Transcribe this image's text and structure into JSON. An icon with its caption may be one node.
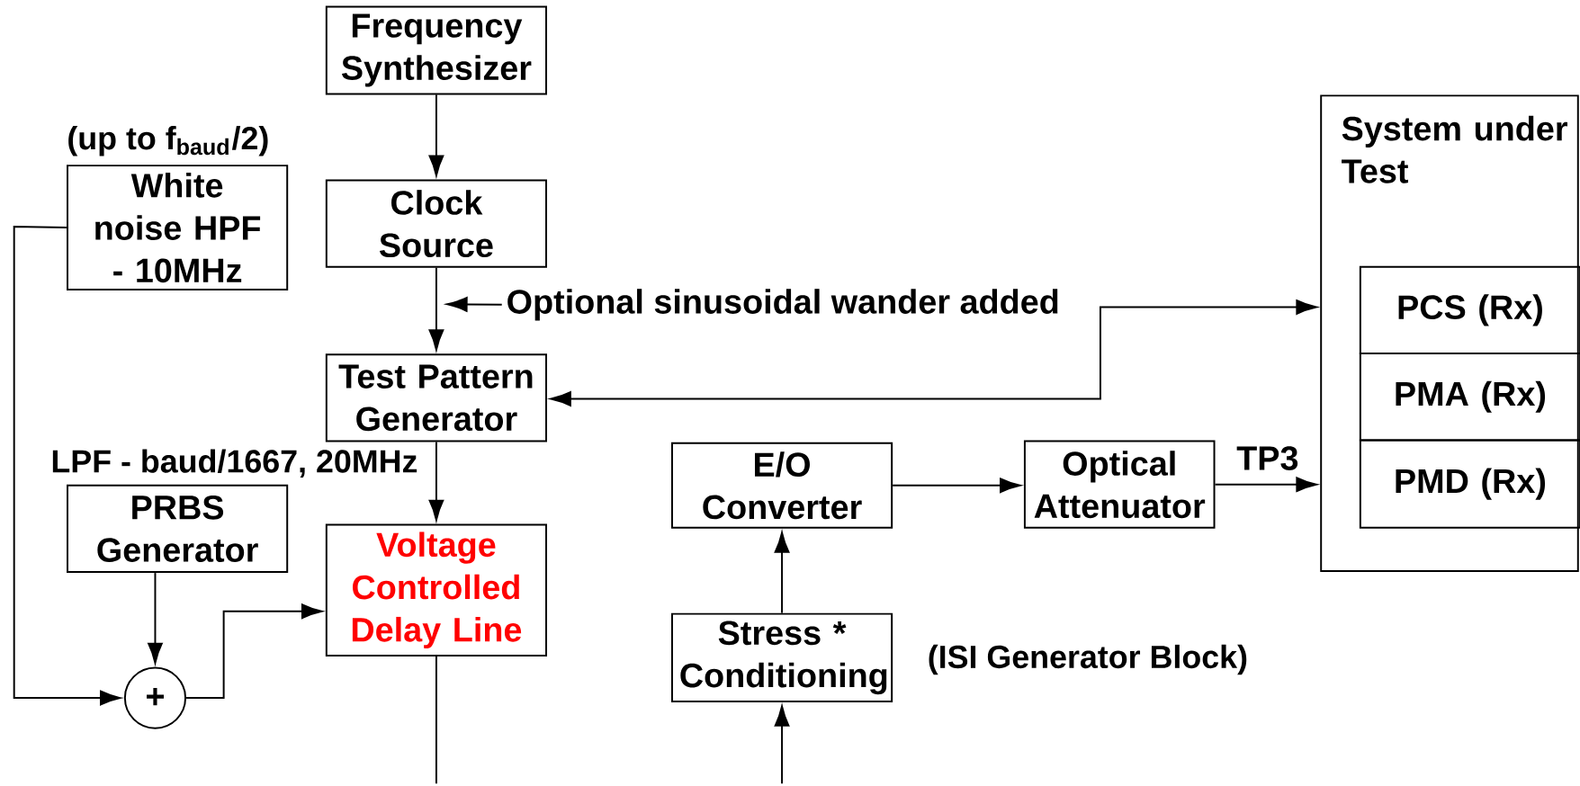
{
  "diagram": {
    "nodes": [
      {
        "text": [
          "Frequency Synthesizer"
        ]
      },
      {
        "text": [
          "Clock Source"
        ]
      },
      {
        "text": [
          "Test Pattern Generator"
        ]
      },
      {
        "text": [
          "White noise HPF - 10MHz"
        ],
        "beside": [
          "(up to f$_{baud}$/2)"
        ]
      },
      {
        "text": [
          "PRBS Generator"
        ],
        "beside": [
          "LPF - baud/1667, 20MHz"
        ]
      },
      {
        "text": [
          "+"
        ]
      },
      {
        "text": [
          "Voltage Controlled Delay Line"
        ]
      },
      {
        "text": [
          "E/O Converter"
        ]
      },
      {
        "text": [
          "Optical Attenuator"
        ]
      },
      {
        "text": [
          "Stress * Conditioning"
        ],
        "beside": [
          "(ISI Generator Block)"
        ]
      },
      {
        "text": [
          "System under Test"
        ]
      },
      {
        "text": [
          "PCS (Rx)"
        ],
        "in": 10
      },
      {
        "text": [
          "PMA (Rx)"
        ],
        "in": 10
      },
      {
        "text": [
          "PMD (Rx)"
        ],
        "in": 10
      },
      {
        "text": [
          "Optional sinusoidal wander added"
        ]
      }
    ],
    "edges": [
      {
        "from": 0,
        "to": 1,
        "arrow": "to"
      },
      {
        "from": 1,
        "to": 2,
        "arrow": "to"
      },
      {
        "from": 2,
        "to": 6,
        "arrow": "to"
      },
      {
        "from": 3,
        "to": 5,
        "arrow": "to"
      },
      {
        "from": 4,
        "to": 5,
        "arrow": "to"
      },
      {
        "from": 5,
        "to": 6,
        "arrow": "to"
      },
      {
        "from": 2,
        "to": 10,
        "arrow": "both"
      },
      {
        "from": 7,
        "to": 8,
        "arrow": "to"
      },
      {
        "from": 8,
        "to": 10,
        "arrow": "to",
        "label": "TP3"
      },
      {
        "from": 9,
        "to": 7,
        "arrow": "to"
      },
      {
        "from": 6,
        "to": null,
        "arrow": "none"
      },
      {
        "from": null,
        "to": 9,
        "arrow": "to"
      },
      {
        "from": 14,
        "to": null,
        "arrow": "to"
      }
    ]
  }
}
